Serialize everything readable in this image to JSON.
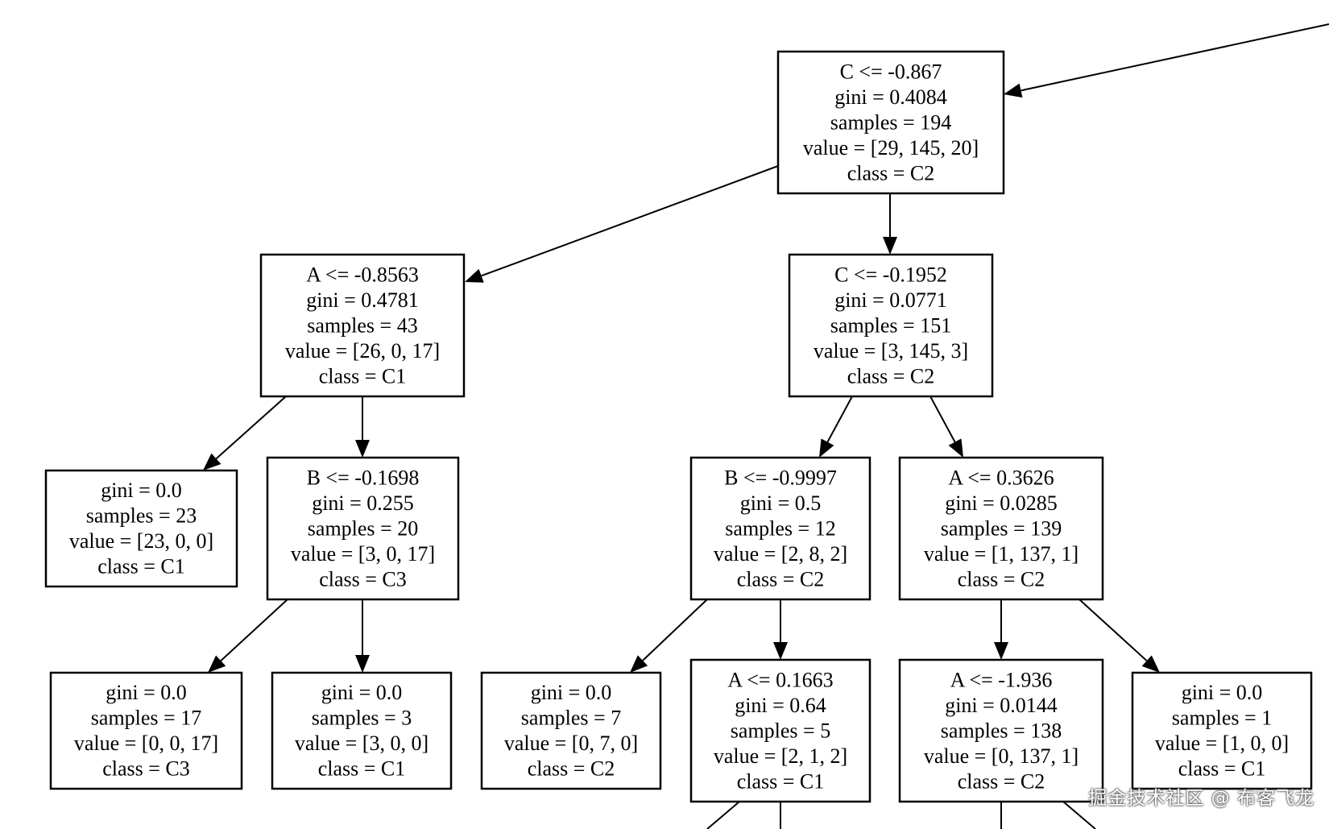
{
  "nodes": [
    {
      "id": "root",
      "lines": [
        "C <= -0.867",
        "gini = 0.4084",
        "samples = 194",
        "value = [29, 145, 20]",
        "class = C2"
      ]
    },
    {
      "id": "n1",
      "lines": [
        "A <= -0.8563",
        "gini = 0.4781",
        "samples = 43",
        "value = [26, 0, 17]",
        "class = C1"
      ]
    },
    {
      "id": "n2",
      "lines": [
        "C <= -0.1952",
        "gini = 0.0771",
        "samples = 151",
        "value = [3, 145, 3]",
        "class = C2"
      ]
    },
    {
      "id": "n3",
      "lines": [
        "gini = 0.0",
        "samples = 23",
        "value = [23, 0, 0]",
        "class = C1"
      ]
    },
    {
      "id": "n4",
      "lines": [
        "B <= -0.1698",
        "gini = 0.255",
        "samples = 20",
        "value = [3, 0, 17]",
        "class = C3"
      ]
    },
    {
      "id": "n5",
      "lines": [
        "B <= -0.9997",
        "gini = 0.5",
        "samples = 12",
        "value = [2, 8, 2]",
        "class = C2"
      ]
    },
    {
      "id": "n6",
      "lines": [
        "A <= 0.3626",
        "gini = 0.0285",
        "samples = 139",
        "value = [1, 137, 1]",
        "class = C2"
      ]
    },
    {
      "id": "n7",
      "lines": [
        "gini = 0.0",
        "samples = 17",
        "value = [0, 0, 17]",
        "class = C3"
      ]
    },
    {
      "id": "n8",
      "lines": [
        "gini = 0.0",
        "samples = 3",
        "value = [3, 0, 0]",
        "class = C1"
      ]
    },
    {
      "id": "n9",
      "lines": [
        "gini = 0.0",
        "samples = 7",
        "value = [0, 7, 0]",
        "class = C2"
      ]
    },
    {
      "id": "n10",
      "lines": [
        "A <= 0.1663",
        "gini = 0.64",
        "samples = 5",
        "value = [2, 1, 2]",
        "class = C1"
      ]
    },
    {
      "id": "n11",
      "lines": [
        "A <= -1.936",
        "gini = 0.0144",
        "samples = 138",
        "value = [0, 137, 1]",
        "class = C2"
      ]
    },
    {
      "id": "n12",
      "lines": [
        "gini = 0.0",
        "samples = 1",
        "value = [1, 0, 0]",
        "class = C1"
      ]
    }
  ],
  "edges": [
    [
      "root",
      "n1"
    ],
    [
      "root",
      "n2"
    ],
    [
      "n1",
      "n3"
    ],
    [
      "n1",
      "n4"
    ],
    [
      "n2",
      "n5"
    ],
    [
      "n2",
      "n6"
    ],
    [
      "n4",
      "n7"
    ],
    [
      "n4",
      "n8"
    ],
    [
      "n5",
      "n9"
    ],
    [
      "n5",
      "n10"
    ],
    [
      "n6",
      "n11"
    ],
    [
      "n6",
      "n12"
    ]
  ],
  "watermark": "掘金技术社区 @ 布客飞龙"
}
